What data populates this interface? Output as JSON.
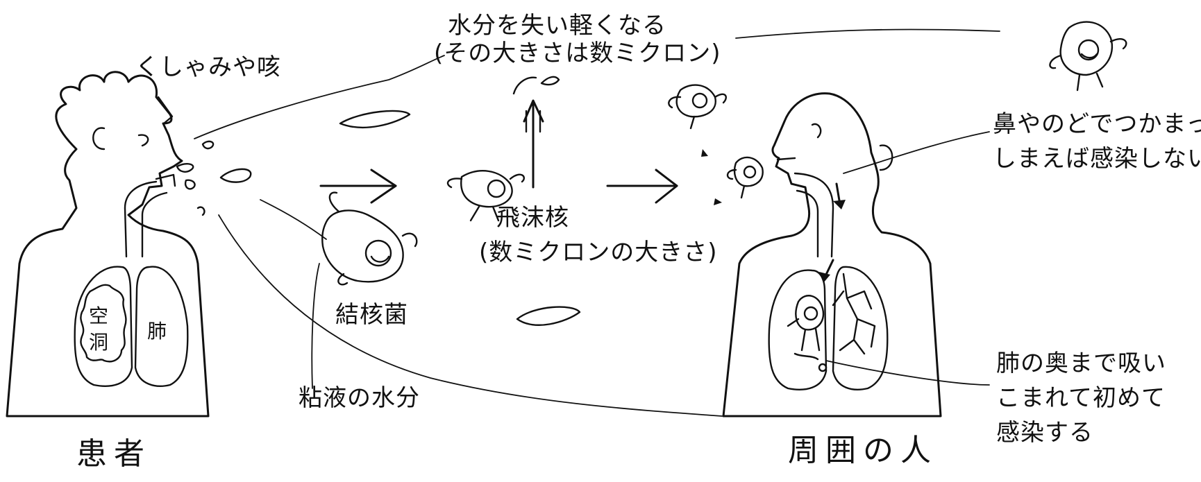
{
  "labels": {
    "sneeze_cough": "くしゃみや咳",
    "dry_light_1": "水分を失い軽くなる",
    "dry_light_2": "(その大きさは数ミクロン)",
    "nose_throat_1": "鼻やのどでつかまって",
    "nose_throat_2": "しまえば感染しない",
    "droplet_nuclei_1": "飛沫核",
    "droplet_nuclei_2": "(数ミクロンの大きさ)",
    "tb_bacteria": "結核菌",
    "mucus_water": "粘液の水分",
    "deep_lung_1": "肺の奥まで吸い",
    "deep_lung_2": "こまれて初めて",
    "deep_lung_3": "感染する",
    "patient": "患者",
    "surrounding_people": "周囲の人",
    "cavity_1": "空",
    "cavity_2": "洞",
    "lung": "肺"
  },
  "colors": {
    "ink": "#111111",
    "paper": "#ffffff"
  }
}
